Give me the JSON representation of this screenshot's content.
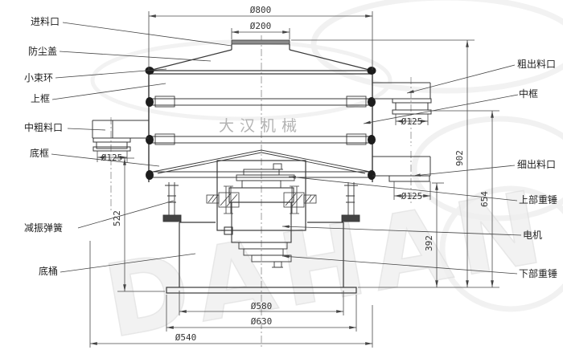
{
  "watermark": {
    "brand_cn": "大汉机械",
    "brand_en": "DAHAN"
  },
  "labels": {
    "left": [
      "进料口",
      "防尘盖",
      "小束环",
      "上框",
      "中粗料口",
      "底框",
      "减振弹簧",
      "底桶"
    ],
    "right": [
      "粗出料口",
      "中框",
      "细出料口",
      "上部重锤",
      "电机",
      "下部重锤"
    ]
  },
  "dimensions": {
    "top_width": "Ø800",
    "inlet": "Ø200",
    "left_outlet_pipe": "Ø125",
    "coarse_outlet_pipe": "Ø125",
    "fine_outlet_pipe": "Ø125",
    "total_height": "902",
    "fine_outlet_height": "654",
    "motor_height": "392",
    "left_height": "522",
    "barrel_diameter": "Ø580",
    "base_diameter": "Ø630",
    "bottom_width": "Ø540"
  },
  "colors": {
    "line": "#383838",
    "dim_line": "#4a4a4a",
    "watermark_gray": "#b3b3b3",
    "watermark_light": "#e7e7e7",
    "background": "#ffffff"
  }
}
